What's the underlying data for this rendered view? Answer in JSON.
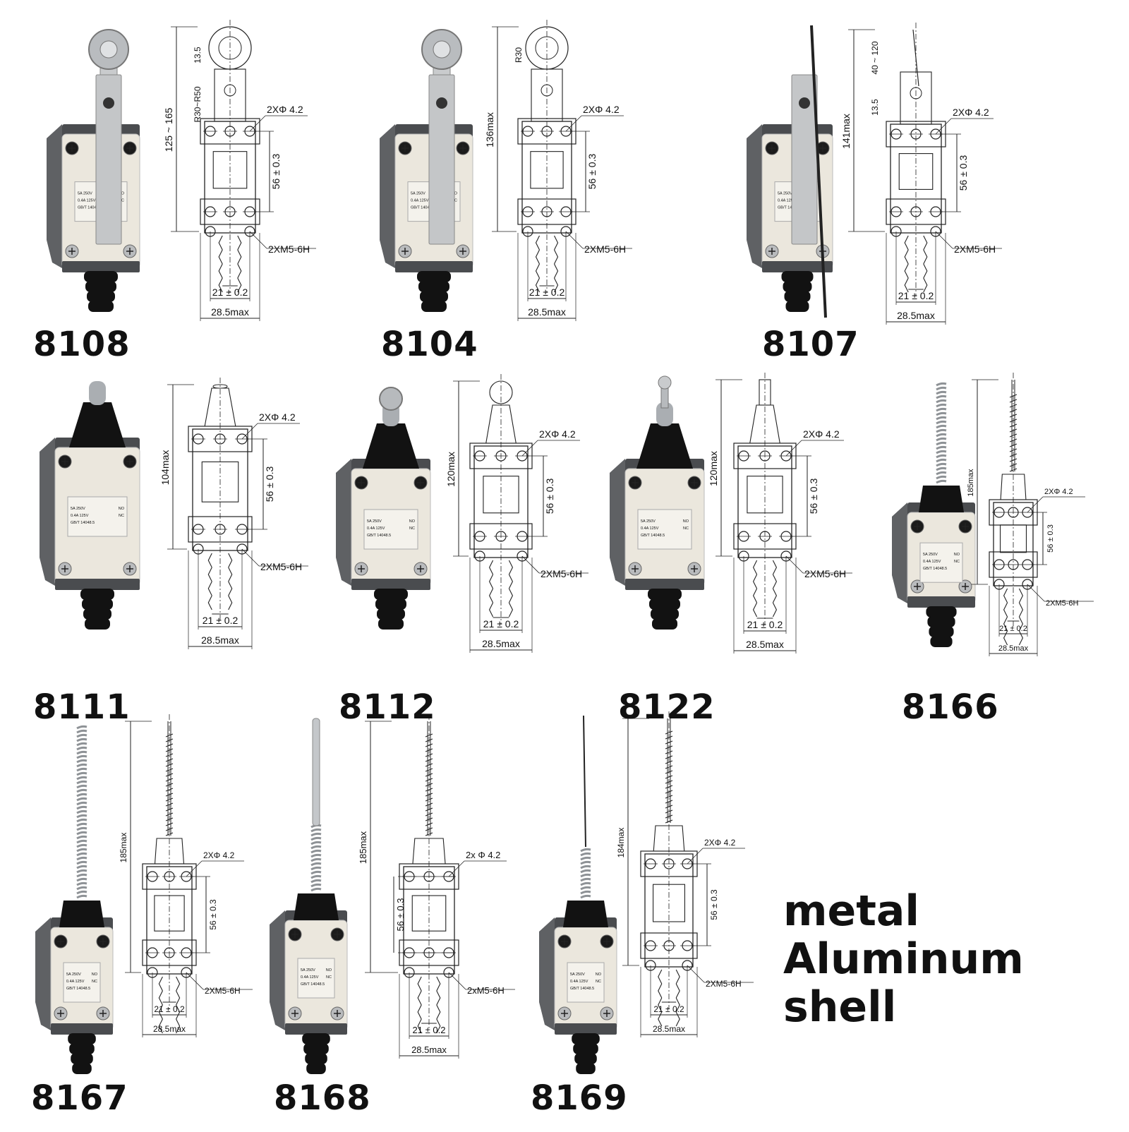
{
  "models": [
    {
      "id": "8108",
      "actuator": "adjustable-roller-lever",
      "height_dim": "125 ~ 165",
      "extra_dims": [
        "13.5",
        "R30~R50"
      ]
    },
    {
      "id": "8104",
      "actuator": "roller-lever",
      "height_dim": "136max",
      "extra_dims": [
        "R30"
      ]
    },
    {
      "id": "8107",
      "actuator": "adjustable-rod-lever",
      "height_dim": "141max",
      "extra_dims": [
        "40 ~ 120",
        "13.5"
      ]
    },
    {
      "id": "8111",
      "actuator": "plunger",
      "height_dim": "104max",
      "extra_dims": []
    },
    {
      "id": "8112",
      "actuator": "roller-plunger",
      "height_dim": "120max",
      "extra_dims": []
    },
    {
      "id": "8122",
      "actuator": "cross-roller-plunger",
      "height_dim": "120max",
      "extra_dims": []
    },
    {
      "id": "8166",
      "actuator": "coil-spring",
      "height_dim": "185max",
      "extra_dims": []
    },
    {
      "id": "8167",
      "actuator": "coil-spring",
      "height_dim": "185max",
      "extra_dims": []
    },
    {
      "id": "8168",
      "actuator": "spring-rod",
      "height_dim": "185max",
      "extra_dims": []
    },
    {
      "id": "8169",
      "actuator": "spring-wire",
      "height_dim": "184max",
      "extra_dims": []
    }
  ],
  "common_dims": {
    "holes": "2XΦ 4.2",
    "holes_alt": "2x Φ 4.2",
    "thread": "2XM5-6H",
    "thread_alt": "2xM5-6H",
    "mount_spacing": "56 ± 0.3",
    "hole_spacing": "21 ± 0.2",
    "width": "28.5max"
  },
  "nameplate": {
    "line1": "5A  250V",
    "line2": "0.4A 125V",
    "line3": "GB/T 14048.5",
    "no": "NO",
    "nc": "NC"
  },
  "shell_text": {
    "line1": "metal",
    "line2": "Aluminum shell"
  },
  "colors": {
    "body": "#ebe7dd",
    "housing": "#5f6164",
    "boot": "#121212",
    "metal": "#c9cbcd",
    "line": "#222222"
  }
}
